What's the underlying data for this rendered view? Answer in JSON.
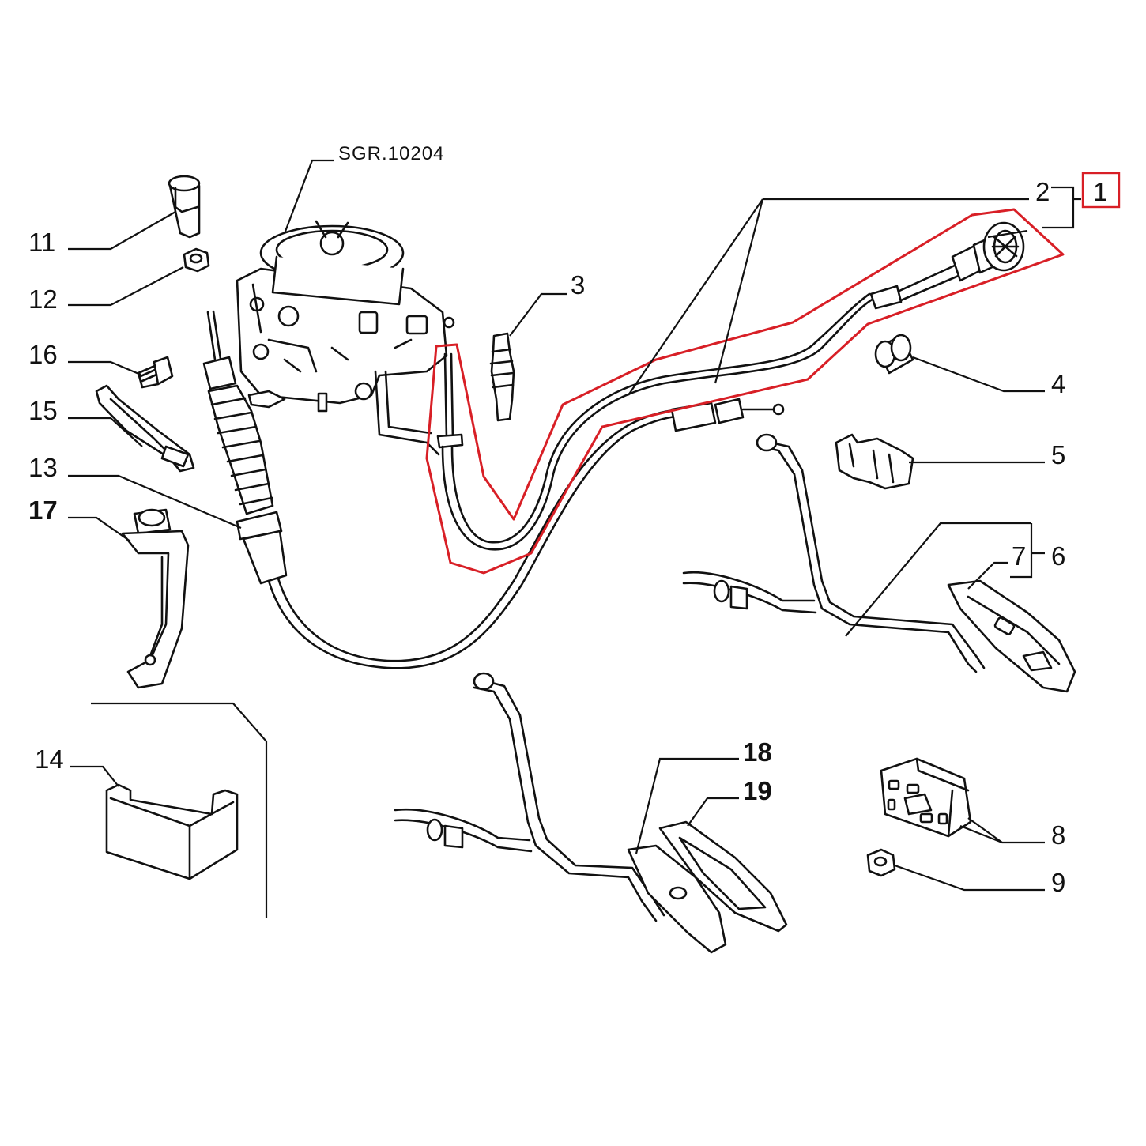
{
  "reference": "SGR.10204",
  "labels": {
    "l1": "1",
    "l2": "2",
    "l3": "3",
    "l4": "4",
    "l5": "5",
    "l6": "6",
    "l7": "7",
    "l8": "8",
    "l9": "9",
    "l11": "11",
    "l12": "12",
    "l13": "13",
    "l14": "14",
    "l15": "15",
    "l16": "16",
    "l17": "17",
    "l18": "18",
    "l19": "19"
  },
  "colors": {
    "highlight": "#d81f26",
    "ink": "#111111",
    "background": "#ffffff"
  }
}
